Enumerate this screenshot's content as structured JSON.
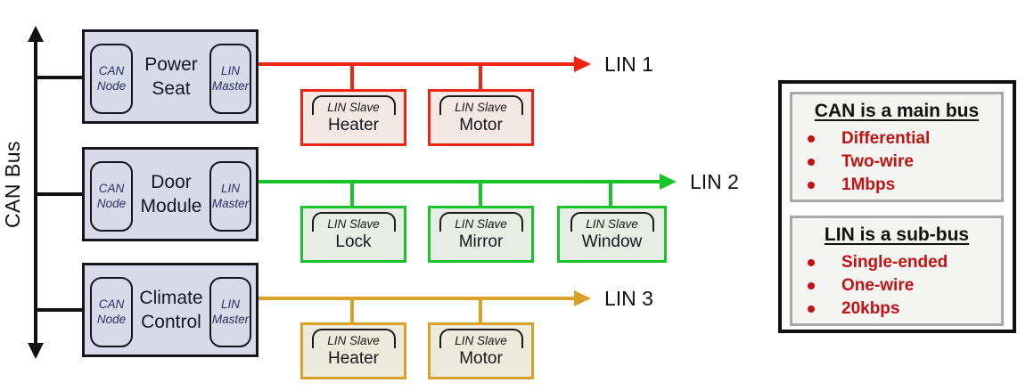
{
  "can_bus": {
    "label": "CAN Bus",
    "color": "#111111"
  },
  "modules": [
    {
      "name": "Power Seat",
      "can_node": "CAN Node",
      "lin_master": "LIN Master"
    },
    {
      "name": "Door Module",
      "can_node": "CAN Node",
      "lin_master": "LIN Master"
    },
    {
      "name": "Climate Control",
      "can_node": "CAN Node",
      "lin_master": "LIN Master"
    }
  ],
  "buses": [
    {
      "label": "LIN 1",
      "color": "#ee2511",
      "slave_fill": "#f4e8e4",
      "slaves": [
        {
          "tag": "LIN Slave",
          "name": "Heater"
        },
        {
          "tag": "LIN Slave",
          "name": "Motor"
        }
      ]
    },
    {
      "label": "LIN 2",
      "color": "#18c42a",
      "slave_fill": "#e7ece4",
      "slaves": [
        {
          "tag": "LIN Slave",
          "name": "Lock"
        },
        {
          "tag": "LIN Slave",
          "name": "Mirror"
        },
        {
          "tag": "LIN Slave",
          "name": "Window"
        }
      ]
    },
    {
      "label": "LIN 3",
      "color": "#d9a125",
      "slave_fill": "#eceadb",
      "slaves": [
        {
          "tag": "LIN Slave",
          "name": "Heater"
        },
        {
          "tag": "LIN Slave",
          "name": "Motor"
        }
      ]
    }
  ],
  "info_panel": {
    "bullet_color": "#c21212",
    "sections": [
      {
        "title": "CAN is a main bus",
        "bullets": [
          "Differential",
          "Two-wire",
          "1Mbps"
        ]
      },
      {
        "title": "LIN is a sub-bus",
        "bullets": [
          "Single-ended",
          "One-wire",
          "20kbps"
        ]
      }
    ]
  }
}
